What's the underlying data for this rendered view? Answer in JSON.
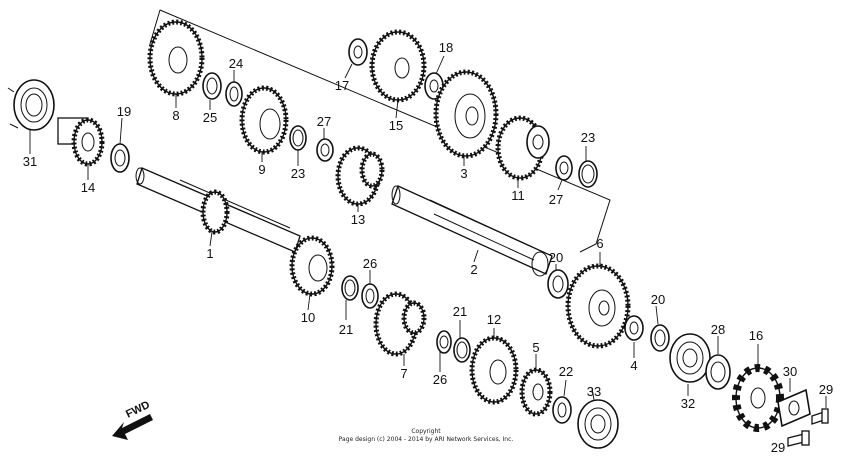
{
  "diagram": {
    "copyright_line1": "Copyright",
    "copyright_line2": "Page design (c) 2004 - 2014 by ARI Network Services, Inc.",
    "fwd_label": "FWD",
    "parts": [
      {
        "id": "1",
        "label": "1"
      },
      {
        "id": "2",
        "label": "2"
      },
      {
        "id": "3",
        "label": "3"
      },
      {
        "id": "4",
        "label": "4"
      },
      {
        "id": "5",
        "label": "5"
      },
      {
        "id": "6",
        "label": "6"
      },
      {
        "id": "7",
        "label": "7"
      },
      {
        "id": "8",
        "label": "8"
      },
      {
        "id": "9",
        "label": "9"
      },
      {
        "id": "10",
        "label": "10"
      },
      {
        "id": "11",
        "label": "11"
      },
      {
        "id": "12",
        "label": "12"
      },
      {
        "id": "13",
        "label": "13"
      },
      {
        "id": "14",
        "label": "14"
      },
      {
        "id": "15",
        "label": "15"
      },
      {
        "id": "16",
        "label": "16"
      },
      {
        "id": "17",
        "label": "17"
      },
      {
        "id": "18",
        "label": "18"
      },
      {
        "id": "19",
        "label": "19"
      },
      {
        "id": "20a",
        "label": "20"
      },
      {
        "id": "20b",
        "label": "20"
      },
      {
        "id": "21a",
        "label": "21"
      },
      {
        "id": "21b",
        "label": "21"
      },
      {
        "id": "22",
        "label": "22"
      },
      {
        "id": "23a",
        "label": "23"
      },
      {
        "id": "23b",
        "label": "23"
      },
      {
        "id": "24",
        "label": "24"
      },
      {
        "id": "25",
        "label": "25"
      },
      {
        "id": "26a",
        "label": "26"
      },
      {
        "id": "26b",
        "label": "26"
      },
      {
        "id": "27a",
        "label": "27"
      },
      {
        "id": "27b",
        "label": "27"
      },
      {
        "id": "28",
        "label": "28"
      },
      {
        "id": "29a",
        "label": "29"
      },
      {
        "id": "29b",
        "label": "29"
      },
      {
        "id": "30",
        "label": "30"
      },
      {
        "id": "31",
        "label": "31"
      },
      {
        "id": "32",
        "label": "32"
      },
      {
        "id": "33",
        "label": "33"
      }
    ]
  }
}
